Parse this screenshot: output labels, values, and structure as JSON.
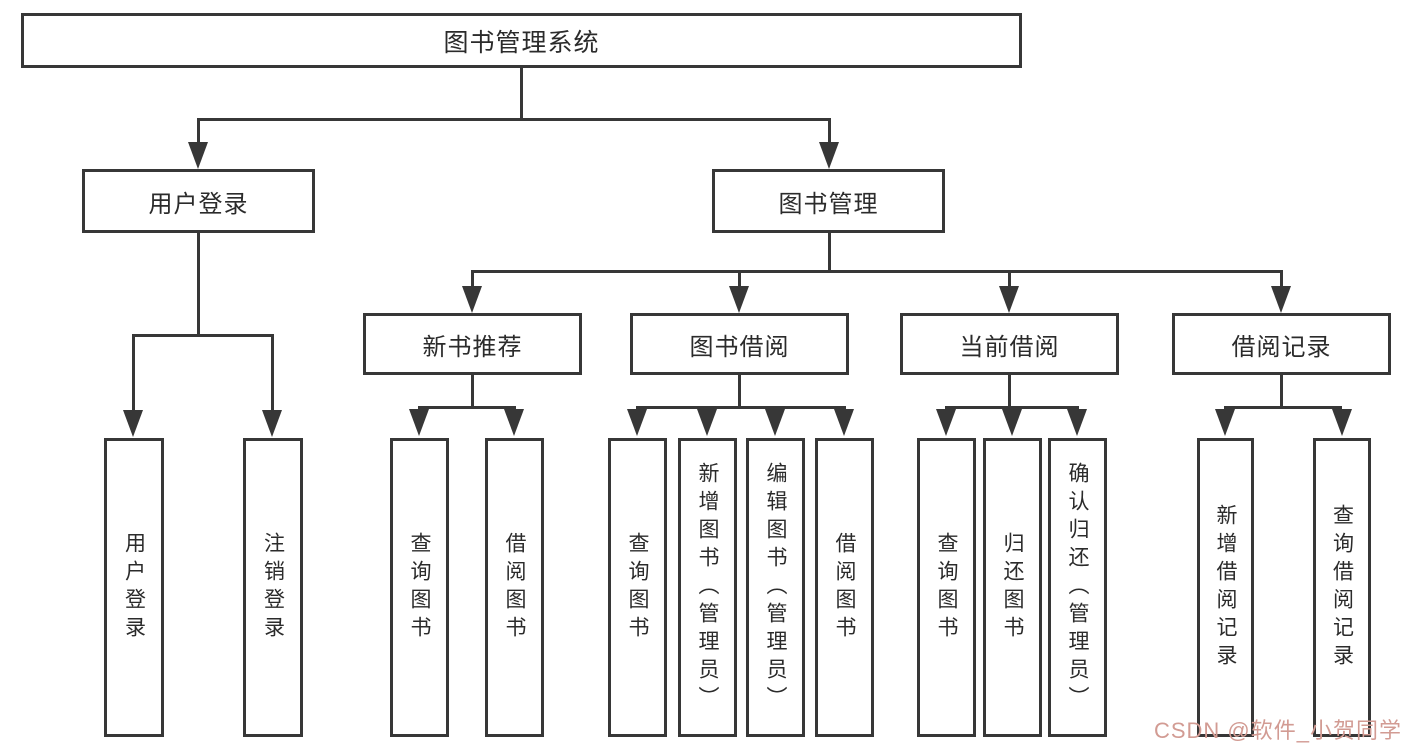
{
  "diagram": {
    "root": {
      "label": "图书管理系统"
    },
    "level2": [
      {
        "label": "用户登录"
      },
      {
        "label": "图书管理"
      }
    ],
    "level3": [
      {
        "label": "新书推荐"
      },
      {
        "label": "图书借阅"
      },
      {
        "label": "当前借阅"
      },
      {
        "label": "借阅记录"
      }
    ],
    "leaves": {
      "user_login_group": [
        {
          "label": "用户登录"
        },
        {
          "label": "注销登录"
        }
      ],
      "new_book_group": [
        {
          "label": "查询图书"
        },
        {
          "label": "借阅图书"
        }
      ],
      "book_borrow_group": [
        {
          "label": "查询图书"
        },
        {
          "label": "新增图书（管理员）"
        },
        {
          "label": "编辑图书（管理员）"
        },
        {
          "label": "借阅图书"
        }
      ],
      "current_borrow_group": [
        {
          "label": "查询图书"
        },
        {
          "label": "归还图书"
        },
        {
          "label": "确认归还（管理员）"
        }
      ],
      "record_group": [
        {
          "label": "新增借阅记录"
        },
        {
          "label": "查询借阅记录"
        }
      ]
    }
  },
  "watermark": {
    "text": "CSDN @软件_小贺同学",
    "color": "#d29b93"
  },
  "colors": {
    "line": "#373737",
    "box_border": "#373737",
    "text": "#2b2b2b",
    "background": "#ffffff"
  }
}
